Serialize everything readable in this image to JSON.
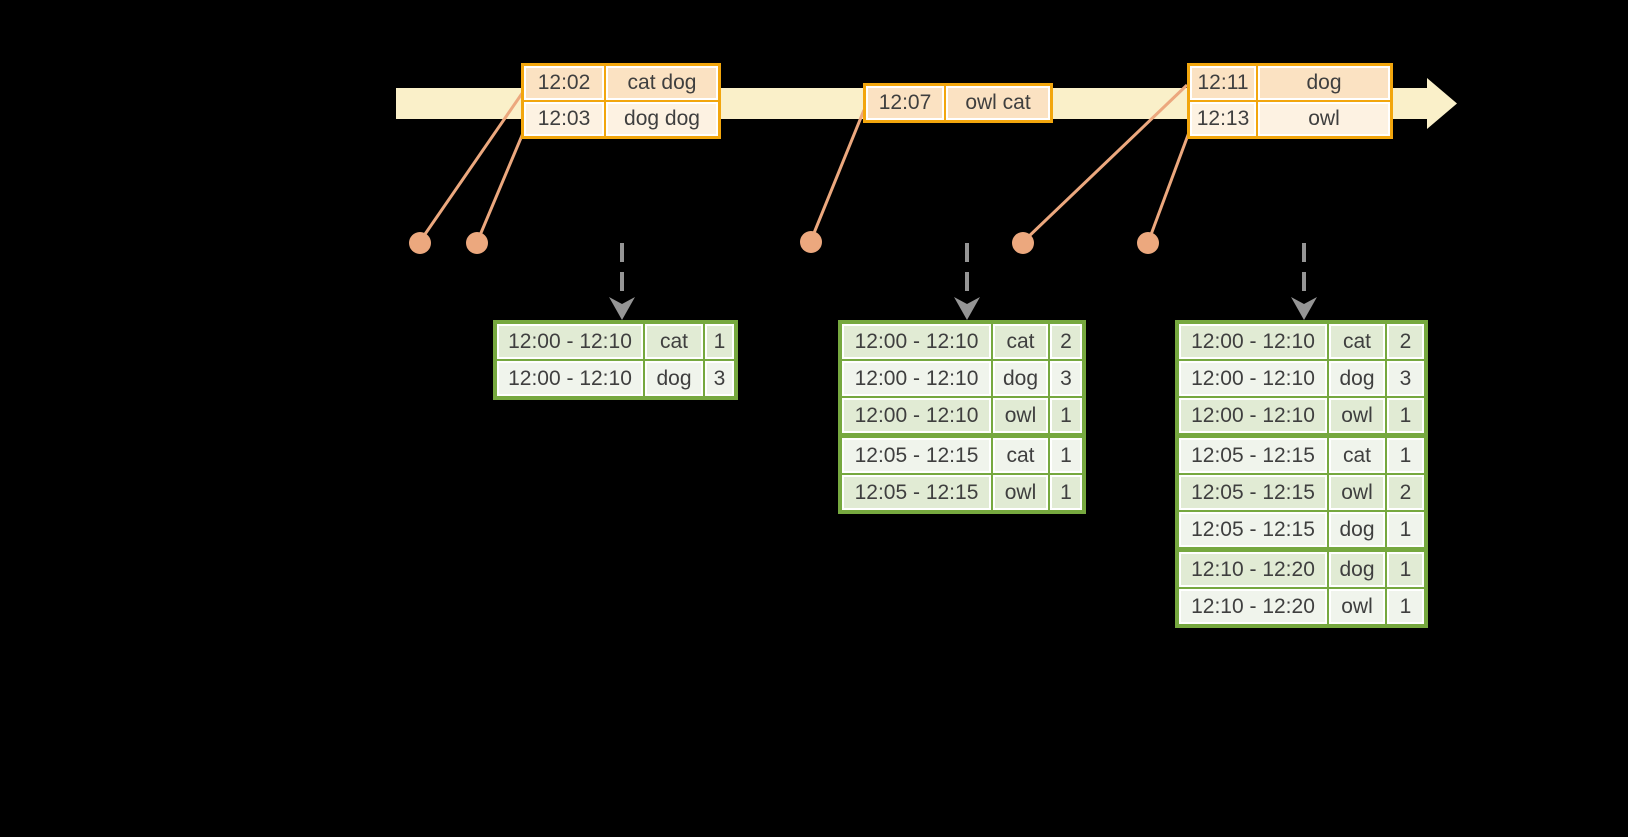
{
  "colors": {
    "background": "#000000",
    "timeline_fill": "#FAF0C9",
    "event_box_border": "#F2A60D",
    "event_row_fill_dark": "#FBE2C2",
    "event_row_fill_light": "#FDF2E2",
    "table_border": "#76A83F",
    "table_row_fill_dark": "#E1EBD4",
    "table_row_fill_light": "#F0F4EC",
    "connector": "#ECA87E",
    "trigger_arrow": "#959595",
    "text": "#3f3f3f"
  },
  "event_groups": [
    {
      "rows": [
        {
          "time": "12:02",
          "words": "cat dog"
        },
        {
          "time": "12:03",
          "words": "dog dog"
        }
      ]
    },
    {
      "rows": [
        {
          "time": "12:07",
          "words": "owl cat"
        }
      ]
    },
    {
      "rows": [
        {
          "time": "12:11",
          "words": "dog"
        },
        {
          "time": "12:13",
          "words": "owl"
        }
      ]
    }
  ],
  "result_tables": [
    {
      "groups": [
        {
          "rows": [
            {
              "window": "12:00 - 12:10",
              "word": "cat",
              "count": "1"
            },
            {
              "window": "12:00 - 12:10",
              "word": "dog",
              "count": "3"
            }
          ]
        }
      ]
    },
    {
      "groups": [
        {
          "rows": [
            {
              "window": "12:00 - 12:10",
              "word": "cat",
              "count": "2"
            },
            {
              "window": "12:00 - 12:10",
              "word": "dog",
              "count": "3"
            },
            {
              "window": "12:00 - 12:10",
              "word": "owl",
              "count": "1"
            }
          ]
        },
        {
          "rows": [
            {
              "window": "12:05 - 12:15",
              "word": "cat",
              "count": "1"
            },
            {
              "window": "12:05 - 12:15",
              "word": "owl",
              "count": "1"
            }
          ]
        }
      ]
    },
    {
      "groups": [
        {
          "rows": [
            {
              "window": "12:00 - 12:10",
              "word": "cat",
              "count": "2"
            },
            {
              "window": "12:00 - 12:10",
              "word": "dog",
              "count": "3"
            },
            {
              "window": "12:00 - 12:10",
              "word": "owl",
              "count": "1"
            }
          ]
        },
        {
          "rows": [
            {
              "window": "12:05 - 12:15",
              "word": "cat",
              "count": "1"
            },
            {
              "window": "12:05 - 12:15",
              "word": "owl",
              "count": "2"
            },
            {
              "window": "12:05 - 12:15",
              "word": "dog",
              "count": "1"
            }
          ]
        },
        {
          "rows": [
            {
              "window": "12:10 - 12:20",
              "word": "dog",
              "count": "1"
            },
            {
              "window": "12:10 - 12:20",
              "word": "owl",
              "count": "1"
            }
          ]
        }
      ]
    }
  ]
}
